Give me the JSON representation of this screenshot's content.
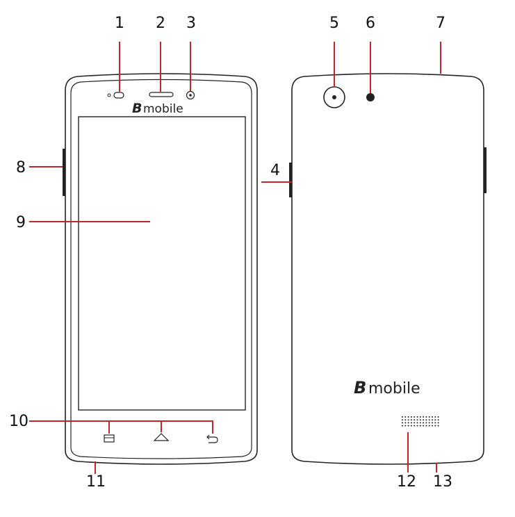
{
  "brand": {
    "mark": "B",
    "name": "mobile"
  },
  "colors": {
    "callout_line": "#c0272d",
    "outline": "#222222",
    "text": "#111111"
  },
  "callouts": [
    {
      "id": 1,
      "label": "1"
    },
    {
      "id": 2,
      "label": "2"
    },
    {
      "id": 3,
      "label": "3"
    },
    {
      "id": 4,
      "label": "4"
    },
    {
      "id": 5,
      "label": "5"
    },
    {
      "id": 6,
      "label": "6"
    },
    {
      "id": 7,
      "label": "7"
    },
    {
      "id": 8,
      "label": "8"
    },
    {
      "id": 9,
      "label": "9"
    },
    {
      "id": 10,
      "label": "10"
    },
    {
      "id": 11,
      "label": "11"
    },
    {
      "id": 12,
      "label": "12"
    },
    {
      "id": 13,
      "label": "13"
    }
  ],
  "icons": {
    "front_buttons": [
      "menu-icon",
      "home-icon",
      "back-icon"
    ]
  }
}
